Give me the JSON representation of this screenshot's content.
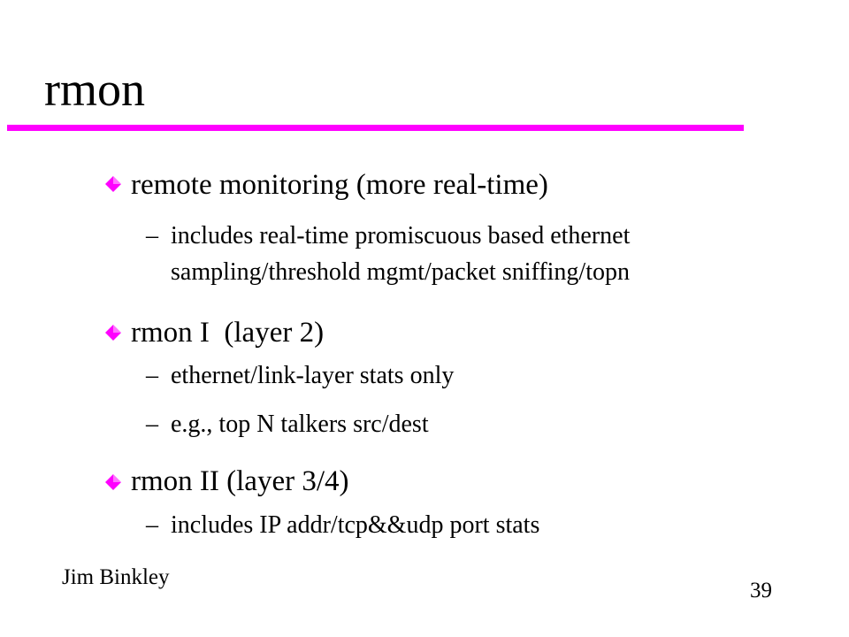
{
  "slide": {
    "title": "rmon",
    "accent_color": "#ff00ff",
    "bullet_icon": "diamond-bullet-icon",
    "points": [
      {
        "text": "remote monitoring (more real-time)",
        "subpoints": [
          {
            "lines": [
              "includes real-time promiscuous based ethernet",
              "sampling/threshold mgmt/packet sniffing/topn"
            ]
          }
        ]
      },
      {
        "text": "rmon I  (layer 2)",
        "subpoints": [
          {
            "lines": [
              "ethernet/link-layer stats only"
            ]
          },
          {
            "lines": [
              "e.g., top N talkers src/dest"
            ]
          }
        ]
      },
      {
        "text": "rmon II (layer 3/4)",
        "subpoints": [
          {
            "lines": [
              "includes IP addr/tcp&&udp port stats"
            ]
          }
        ]
      }
    ]
  },
  "footer": {
    "author": "Jim Binkley",
    "page_number": "39"
  }
}
